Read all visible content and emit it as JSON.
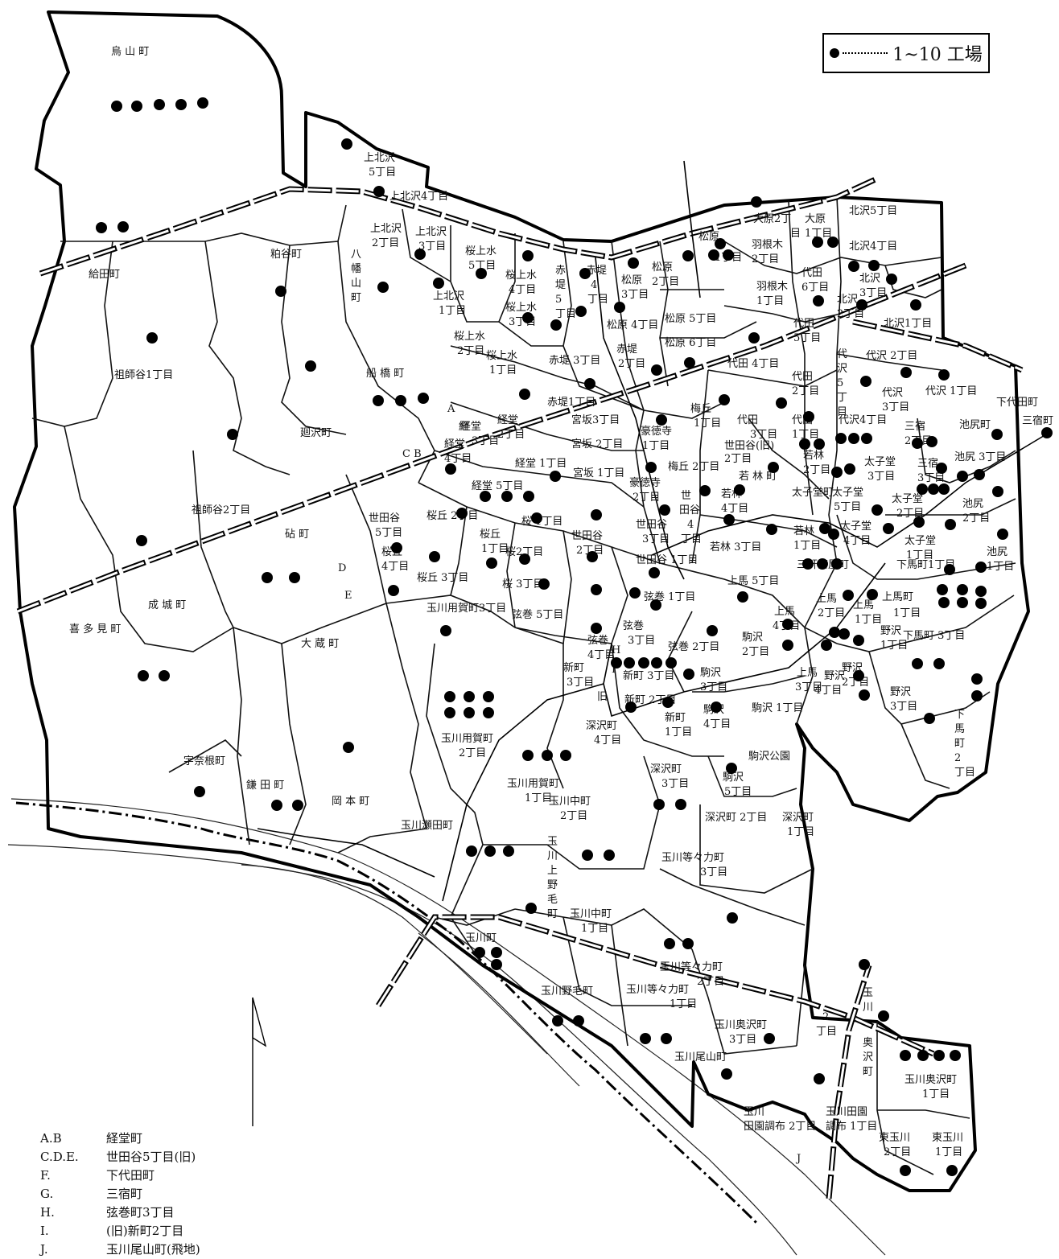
{
  "legend": {
    "range_label": "1~10 工場"
  },
  "key": [
    {
      "code": "A.B",
      "name": "経堂町"
    },
    {
      "code": "C.D.E.",
      "name": "世田谷5丁目(旧)"
    },
    {
      "code": "F.",
      "name": "下代田町"
    },
    {
      "code": "G.",
      "name": "三宿町"
    },
    {
      "code": "H.",
      "name": "弦巻町3丁目"
    },
    {
      "code": "I.",
      "name": "(旧)新町2丁目"
    },
    {
      "code": "J.",
      "name": "玉川尾山町(飛地)"
    }
  ],
  "districts": [
    {
      "name": "烏山町",
      "dots": 5
    },
    {
      "name": "給田町",
      "dots": 2
    },
    {
      "name": "粕谷町",
      "dots": 1
    },
    {
      "name": "祖師谷1丁目",
      "dots": 1
    },
    {
      "name": "祖師谷2丁目",
      "dots": 1
    },
    {
      "name": "船橋町",
      "dots": 3
    },
    {
      "name": "廻沢町",
      "dots": 1
    },
    {
      "name": "八幡山町",
      "dots": 1
    },
    {
      "name": "上北沢5丁目",
      "dots": 1
    },
    {
      "name": "上北沢4丁目",
      "dots": 1
    },
    {
      "name": "上北沢2丁目",
      "dots": 0
    },
    {
      "name": "上北沢3丁目",
      "dots": 1
    },
    {
      "name": "上北沢1丁目",
      "dots": 1
    },
    {
      "name": "桜上水5丁目",
      "dots": 1
    },
    {
      "name": "桜上水4丁目",
      "dots": 1
    },
    {
      "name": "桜上水3丁目",
      "dots": 1
    },
    {
      "name": "桜上水2丁目",
      "dots": 0
    },
    {
      "name": "桜上水1丁目",
      "dots": 0
    },
    {
      "name": "赤堤5丁目",
      "dots": 1
    },
    {
      "name": "赤堤4丁目",
      "dots": 1
    },
    {
      "name": "赤堤3丁目",
      "dots": 1
    },
    {
      "name": "赤堤2丁目",
      "dots": 1
    },
    {
      "name": "赤堤1丁目",
      "dots": 1
    },
    {
      "name": "松原",
      "dots": 0
    },
    {
      "name": "松原1丁目",
      "dots": 3
    },
    {
      "name": "松原2丁目",
      "dots": 1
    },
    {
      "name": "松原3丁目",
      "dots": 1
    },
    {
      "name": "松原4丁目",
      "dots": 0
    },
    {
      "name": "松原5丁目",
      "dots": 1
    },
    {
      "name": "松原6丁目",
      "dots": 1
    },
    {
      "name": "大原2丁目",
      "dots": 1
    },
    {
      "name": "大原1丁目",
      "dots": 2
    },
    {
      "name": "羽根木2丁目",
      "dots": 0
    },
    {
      "name": "羽根木1丁目",
      "dots": 0
    },
    {
      "name": "北沢5丁目",
      "dots": 0
    },
    {
      "name": "北沢4丁目",
      "dots": 2
    },
    {
      "name": "北沢3丁目",
      "dots": 1
    },
    {
      "name": "北沢2丁目",
      "dots": 1
    },
    {
      "name": "北沢1丁目",
      "dots": 1
    },
    {
      "name": "代田6丁目",
      "dots": 1
    },
    {
      "name": "代田5丁目",
      "dots": 0
    },
    {
      "name": "代田4丁目",
      "dots": 1
    },
    {
      "name": "代田3丁目",
      "dots": 1
    },
    {
      "name": "代田2丁目",
      "dots": 1
    },
    {
      "name": "代田1丁目",
      "dots": 2
    },
    {
      "name": "代沢5丁目",
      "dots": 0
    },
    {
      "name": "代沢4丁目",
      "dots": 3
    },
    {
      "name": "代沢3丁目",
      "dots": 1
    },
    {
      "name": "代沢2丁目",
      "dots": 1
    },
    {
      "name": "代沢1丁目",
      "dots": 1
    },
    {
      "name": "下代田町",
      "dots": 0
    },
    {
      "name": "三宿町",
      "dots": 1
    },
    {
      "name": "三宿2丁目",
      "dots": 2
    },
    {
      "name": "三宿3丁目",
      "dots": 4
    },
    {
      "name": "池尻町",
      "dots": 1
    },
    {
      "name": "池尻3丁目",
      "dots": 3
    },
    {
      "name": "池尻2丁目",
      "dots": 1
    },
    {
      "name": "池尻1丁目",
      "dots": 1
    },
    {
      "name": "太子堂3丁目",
      "dots": 2
    },
    {
      "name": "太子堂5丁目",
      "dots": 0
    },
    {
      "name": "太子堂町",
      "dots": 0
    },
    {
      "name": "太子堂2丁目",
      "dots": 2
    },
    {
      "name": "太子堂4丁目",
      "dots": 2
    },
    {
      "name": "太子堂1丁目",
      "dots": 1
    },
    {
      "name": "若林2丁目",
      "dots": 1
    },
    {
      "name": "若林町",
      "dots": 1
    },
    {
      "name": "若林4丁目",
      "dots": 1
    },
    {
      "name": "若林3丁目",
      "dots": 1
    },
    {
      "name": "若林1丁目",
      "dots": 1
    },
    {
      "name": "世田谷(旧)2丁目",
      "dots": 0
    },
    {
      "name": "梅丘1丁目",
      "dots": 1
    },
    {
      "name": "梅丘2丁目",
      "dots": 1
    },
    {
      "name": "豪徳寺1丁目",
      "dots": 1
    },
    {
      "name": "豪徳寺2丁目",
      "dots": 1
    },
    {
      "name": "宮坂3丁目",
      "dots": 1
    },
    {
      "name": "宮坂2丁目",
      "dots": 0
    },
    {
      "name": "宮坂1丁目",
      "dots": 1
    },
    {
      "name": "経堂3丁目",
      "dots": 0
    },
    {
      "name": "経堂2丁目",
      "dots": 0
    },
    {
      "name": "経堂4丁目",
      "dots": 1
    },
    {
      "name": "経堂1丁目",
      "dots": 0
    },
    {
      "name": "経堂5丁目",
      "dots": 3
    },
    {
      "name": "世田谷4丁目",
      "dots": 1
    },
    {
      "name": "世田谷3丁目",
      "dots": 1
    },
    {
      "name": "世田谷2丁目",
      "dots": 1
    },
    {
      "name": "世田谷1丁目",
      "dots": 1
    },
    {
      "name": "世田谷5丁目",
      "dots": 0
    },
    {
      "name": "桜丘2丁目",
      "dots": 1
    },
    {
      "name": "桜丘1丁目",
      "dots": 1
    },
    {
      "name": "桜丘4丁目",
      "dots": 1
    },
    {
      "name": "桜丘3丁目",
      "dots": 1
    },
    {
      "name": "桜1丁目",
      "dots": 1
    },
    {
      "name": "桜2丁目",
      "dots": 1
    },
    {
      "name": "桜3丁目",
      "dots": 1
    },
    {
      "name": "砧町",
      "dots": 2
    },
    {
      "name": "成城町",
      "dots": 1
    },
    {
      "name": "喜多見町",
      "dots": 2
    },
    {
      "name": "大蔵町",
      "dots": 0
    },
    {
      "name": "宇奈根町",
      "dots": 1
    },
    {
      "name": "鎌田町",
      "dots": 2
    },
    {
      "name": "岡本町",
      "dots": 1
    },
    {
      "name": "玉川用賀町3丁目",
      "dots": 1
    },
    {
      "name": "玉川用賀町2丁目",
      "dots": 6
    },
    {
      "name": "玉川用賀町1丁目",
      "dots": 3
    },
    {
      "name": "玉川瀬田町",
      "dots": 3
    },
    {
      "name": "玉川中町2丁目",
      "dots": 2
    },
    {
      "name": "玉川中町1丁目",
      "dots": 0
    },
    {
      "name": "玉川上野毛町",
      "dots": 1
    },
    {
      "name": "玉川町",
      "dots": 3
    },
    {
      "name": "玉川野毛町",
      "dots": 2
    },
    {
      "name": "玉川等々力町3丁目",
      "dots": 1
    },
    {
      "name": "玉川等々力町2丁目",
      "dots": 2
    },
    {
      "name": "玉川等々力町1丁目",
      "dots": 2
    },
    {
      "name": "玉川奥沢町3丁目",
      "dots": 1
    },
    {
      "name": "玉川尾山町",
      "dots": 1
    },
    {
      "name": "玉川田園調布2丁目",
      "dots": 1
    },
    {
      "name": "玉川田園調布1丁目",
      "dots": 0
    },
    {
      "name": "玉川2丁目",
      "dots": 1
    },
    {
      "name": "玉川奥沢町",
      "dots": 1
    },
    {
      "name": "玉川奥沢町1丁目",
      "dots": 4
    },
    {
      "name": "東玉川2丁目",
      "dots": 1
    },
    {
      "name": "東玉川1丁目",
      "dots": 1
    },
    {
      "name": "弦巻5丁目",
      "dots": 1
    },
    {
      "name": "弦巻4丁目",
      "dots": 0
    },
    {
      "name": "弦巻3丁目",
      "dots": 1
    },
    {
      "name": "弦巻2丁目",
      "dots": 1
    },
    {
      "name": "弦巻1丁目",
      "dots": 1
    },
    {
      "name": "新町3丁目",
      "dots": 4
    },
    {
      "name": "新町2丁目",
      "dots": 2
    },
    {
      "name": "新町1丁目",
      "dots": 1
    },
    {
      "name": "深沢町4丁目",
      "dots": 0
    },
    {
      "name": "深沢町3丁目",
      "dots": 2
    },
    {
      "name": "深沢町2丁目",
      "dots": 0
    },
    {
      "name": "深沢町1丁目",
      "dots": 0
    },
    {
      "name": "駒沢3丁目",
      "dots": 1
    },
    {
      "name": "駒沢2丁目",
      "dots": 0
    },
    {
      "name": "駒沢4丁目",
      "dots": 1
    },
    {
      "name": "駒沢5丁目",
      "dots": 1
    },
    {
      "name": "駒沢1丁目",
      "dots": 0
    },
    {
      "name": "駒沢公園",
      "dots": 0
    },
    {
      "name": "上馬5丁目",
      "dots": 1
    },
    {
      "name": "上馬4丁目",
      "dots": 2
    },
    {
      "name": "上馬3丁目",
      "dots": 1
    },
    {
      "name": "上馬2丁目",
      "dots": 2
    },
    {
      "name": "上馬1丁目",
      "dots": 2
    },
    {
      "name": "上馬町",
      "dots": 0
    },
    {
      "name": "三軒茶屋町",
      "dots": 3
    },
    {
      "name": "下馬町1丁目",
      "dots": 6
    },
    {
      "name": "下馬町3丁目",
      "dots": 2
    },
    {
      "name": "下馬町2丁目",
      "dots": 2
    },
    {
      "name": "野沢4丁目",
      "dots": 1
    },
    {
      "name": "野沢2丁目",
      "dots": 1
    },
    {
      "name": "野沢1丁目",
      "dots": 1
    },
    {
      "name": "野沢3丁目",
      "dots": 0
    }
  ]
}
